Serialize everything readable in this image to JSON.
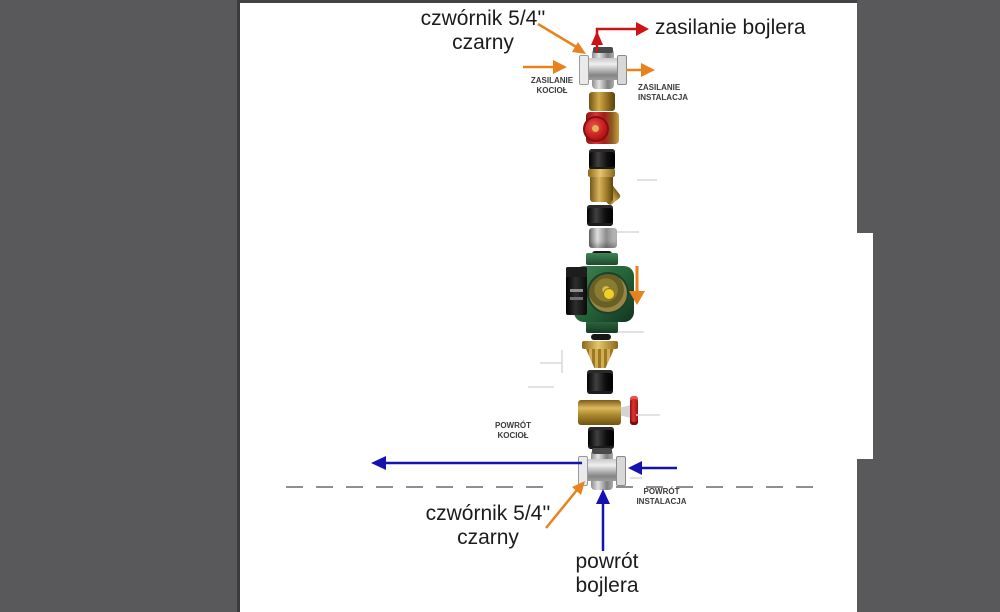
{
  "labels": {
    "cross_top": {
      "line1": "czwórnik  5/4''",
      "line2": "czarny"
    },
    "cross_bottom": {
      "line1": "czwórnik  5/4''",
      "line2": "czarny"
    },
    "boiler_supply": "zasilanie bojlera",
    "boiler_return": {
      "line1": "powrót",
      "line2": "bojlera"
    },
    "supply_boiler": {
      "line1": "ZASILANIE",
      "line2": "KOCIOŁ"
    },
    "supply_installation": {
      "line1": "ZASILANIE",
      "line2": "INSTALACJA"
    },
    "return_boiler": {
      "line1": "POWRÓT",
      "line2": "KOCIOŁ"
    },
    "return_installation": {
      "line1": "POWRÓT",
      "line2": "INSTALACJA"
    }
  },
  "colors": {
    "background": "#59595B",
    "canvas": "#FFFFFF",
    "arrow_orange": "#E8821E",
    "arrow_red": "#CC1414",
    "arrow_blue": "#1612B0",
    "dash_gray": "#8F8F8F",
    "crop_mark": "#D8D8D8",
    "text_dark": "#1C1C1C",
    "label_gray": "#3B3B3B"
  },
  "components": [
    "cross-fitting-5-4-top",
    "brass-nipple",
    "ball-valve-red-handwheel",
    "black-nipple",
    "y-strainer-brass",
    "black-nipple",
    "pump-union-steel",
    "flat-gasket",
    "circulation-pump-green",
    "flat-gasket",
    "check-valve-brass",
    "black-nipple",
    "regulation-valve-red-handle",
    "black-nipple",
    "cross-fitting-5-4-bottom"
  ]
}
